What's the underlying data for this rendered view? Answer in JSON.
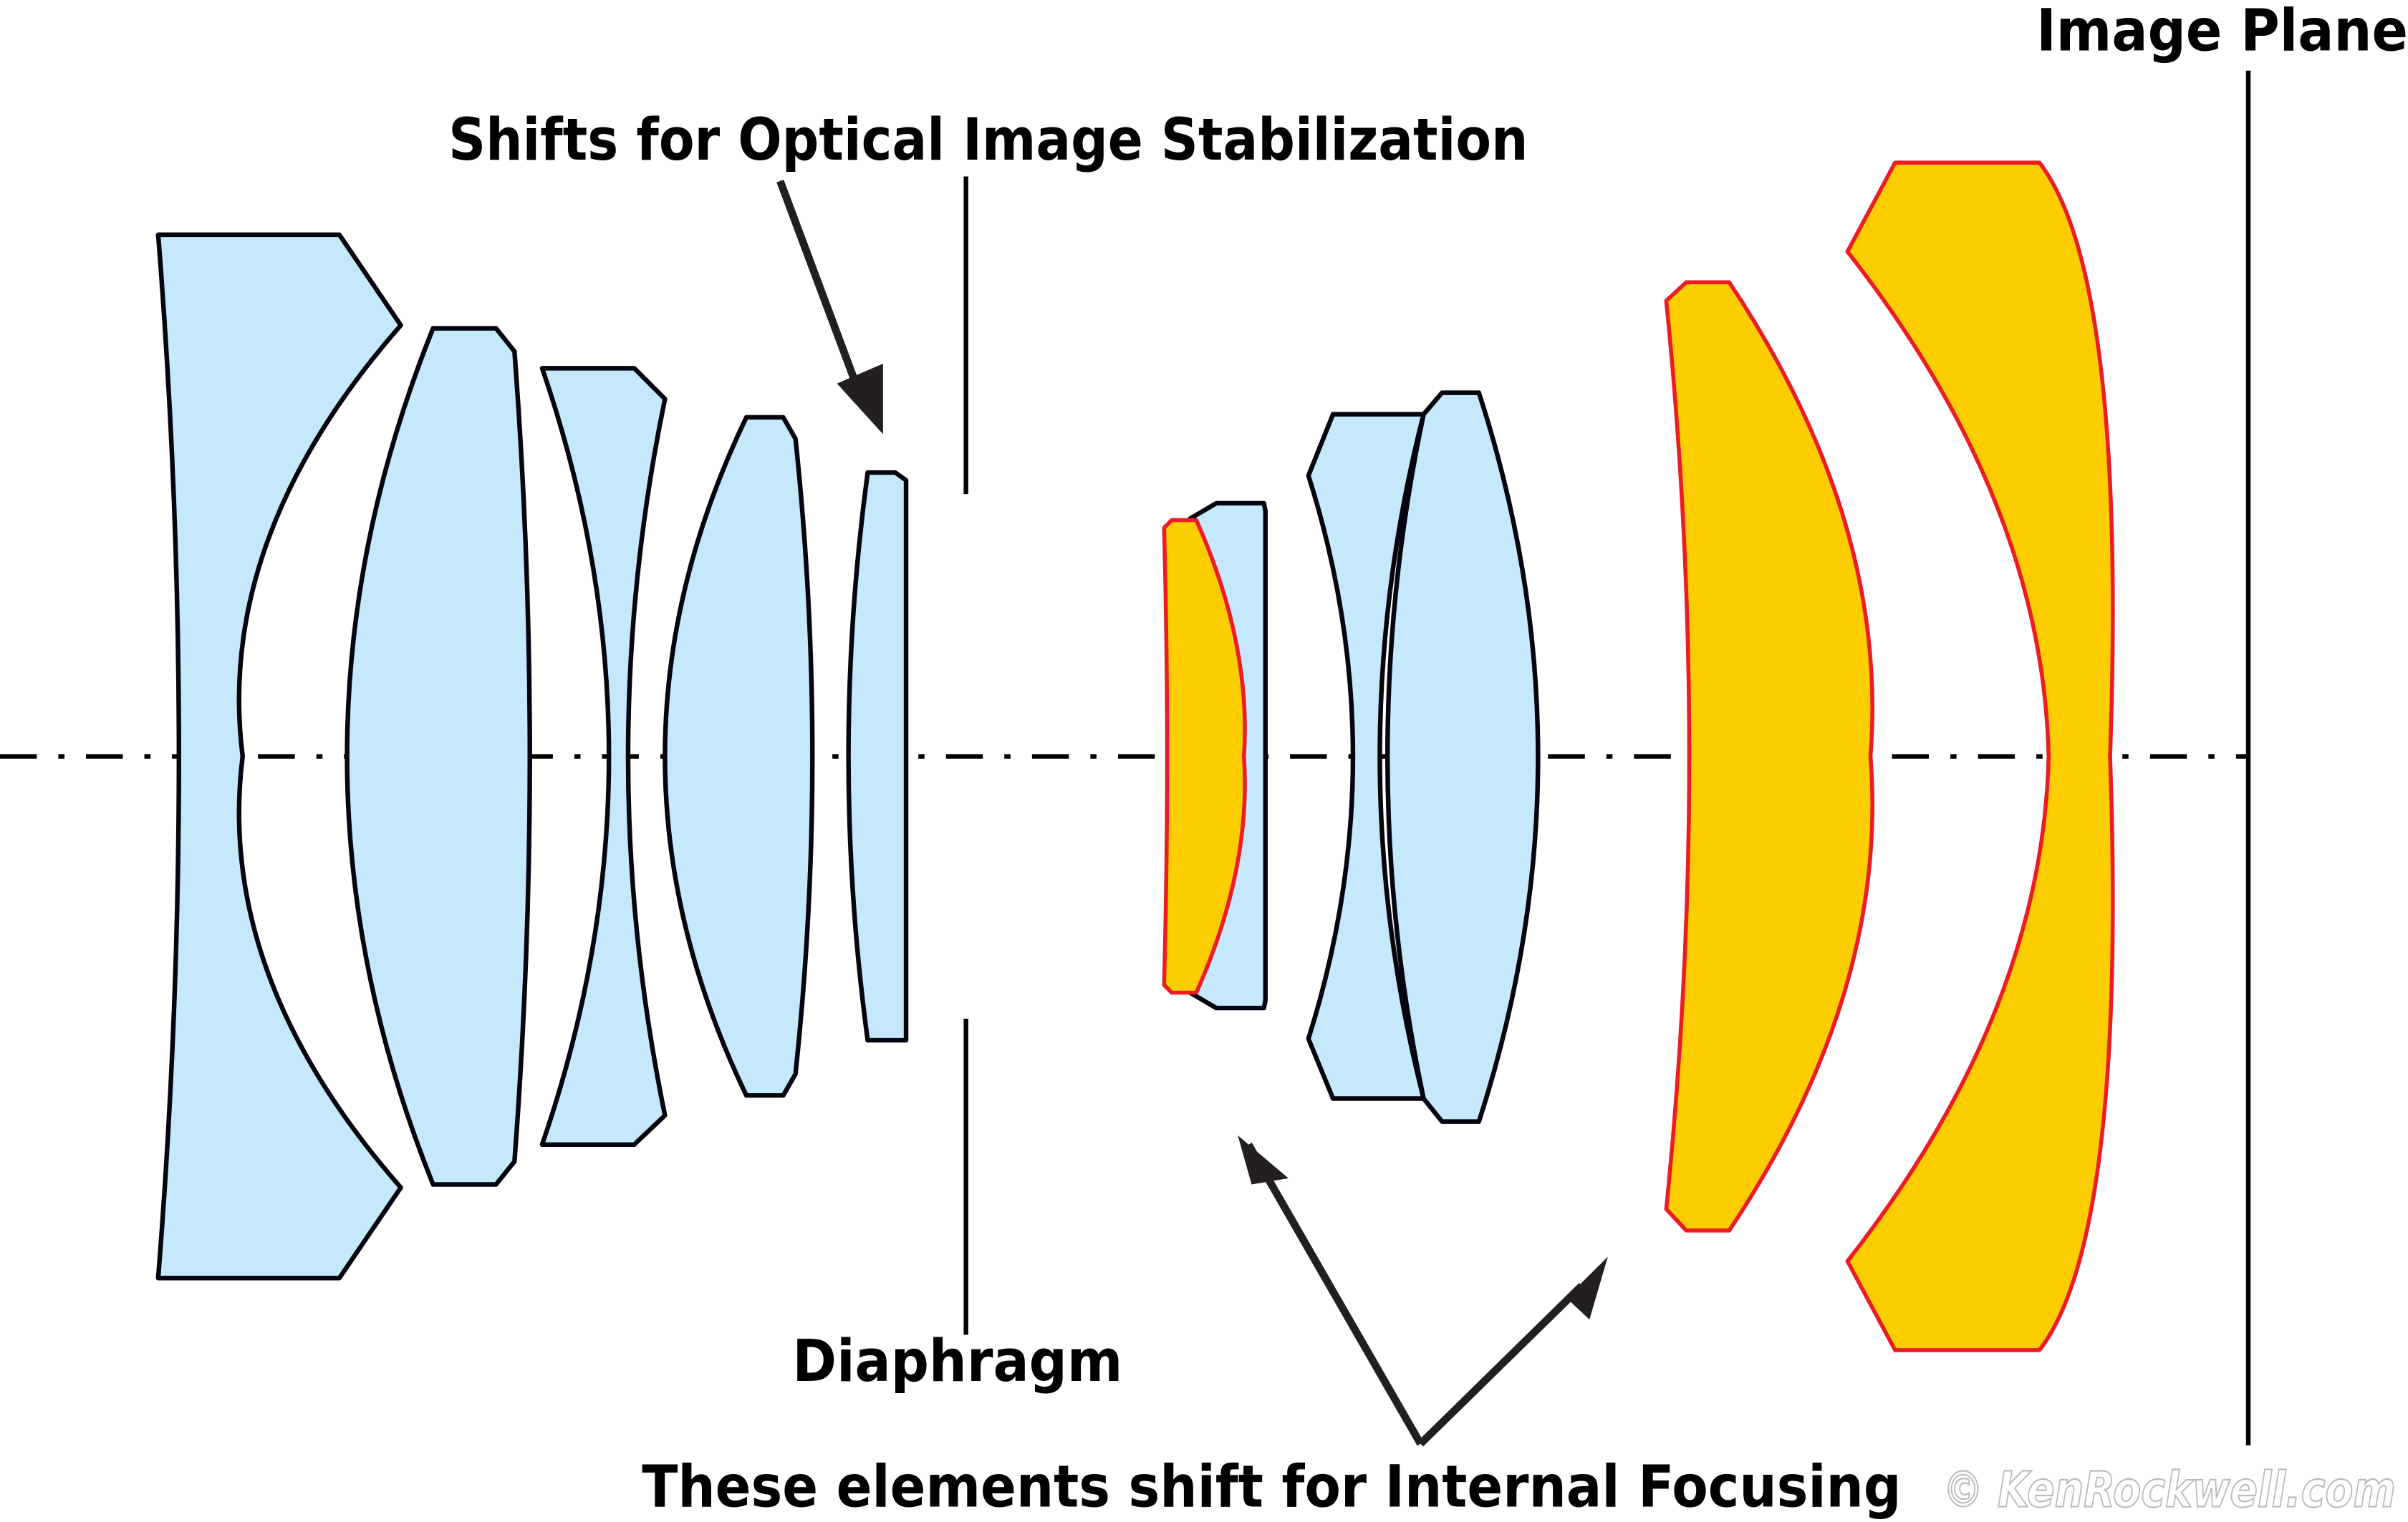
{
  "diagram": {
    "title": "Lens optical diagram",
    "labels": {
      "image_plane": "Image Plane",
      "ois": "Shifts for Optical Image Stabilization",
      "diaphragm": "Diaphragm",
      "internal_focusing": "These elements shift for Internal Focusing",
      "watermark": "© KenRockwell.com"
    },
    "colors": {
      "glass_fill": "#c5e8fa",
      "glass_stroke": "#05050f",
      "focus_group_fill": "#fccd00",
      "focus_group_stroke": "#ec1c24",
      "arrow": "#231f20"
    },
    "elements": [
      {
        "id": 1,
        "group": "front",
        "moves": "fixed"
      },
      {
        "id": 2,
        "group": "front",
        "moves": "fixed"
      },
      {
        "id": 3,
        "group": "front",
        "moves": "fixed"
      },
      {
        "id": 4,
        "group": "front",
        "moves": "fixed"
      },
      {
        "id": 5,
        "group": "front",
        "moves": "optical image stabilization"
      },
      {
        "id": 6,
        "group": "rear",
        "moves": "internal focusing"
      },
      {
        "id": 7,
        "group": "rear",
        "moves": "fixed"
      },
      {
        "id": 8,
        "group": "rear",
        "moves": "fixed"
      },
      {
        "id": 9,
        "group": "rear",
        "moves": "fixed"
      },
      {
        "id": 10,
        "group": "rear",
        "moves": "internal focusing"
      },
      {
        "id": 11,
        "group": "rear",
        "moves": "internal focusing"
      }
    ]
  }
}
